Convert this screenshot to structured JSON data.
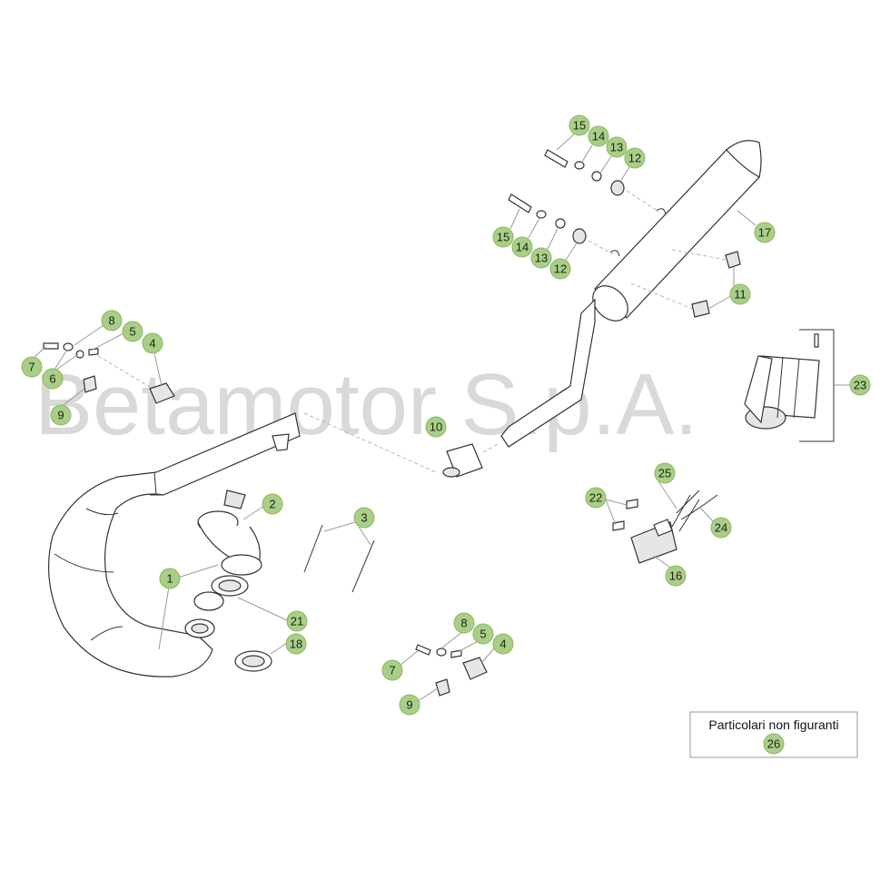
{
  "watermark": "Betamotor S.p.A.",
  "legend": {
    "text": "Particolari non figuranti",
    "number": "26"
  },
  "parts": [
    {
      "id": "p15a",
      "label": "15"
    },
    {
      "id": "p14a",
      "label": "14"
    },
    {
      "id": "p13a",
      "label": "13"
    },
    {
      "id": "p12a",
      "label": "12"
    },
    {
      "id": "p15b",
      "label": "15"
    },
    {
      "id": "p14b",
      "label": "14"
    },
    {
      "id": "p13b",
      "label": "13"
    },
    {
      "id": "p12b",
      "label": "12"
    },
    {
      "id": "p17",
      "label": "17"
    },
    {
      "id": "p11",
      "label": "11"
    },
    {
      "id": "p23",
      "label": "23"
    },
    {
      "id": "p8a",
      "label": "8"
    },
    {
      "id": "p5a",
      "label": "5"
    },
    {
      "id": "p4a",
      "label": "4"
    },
    {
      "id": "p7a",
      "label": "7"
    },
    {
      "id": "p6a",
      "label": "6"
    },
    {
      "id": "p9a",
      "label": "9"
    },
    {
      "id": "p10",
      "label": "10"
    },
    {
      "id": "p2",
      "label": "2"
    },
    {
      "id": "p3",
      "label": "3"
    },
    {
      "id": "p1",
      "label": "1"
    },
    {
      "id": "p21",
      "label": "21"
    },
    {
      "id": "p18",
      "label": "18"
    },
    {
      "id": "p25",
      "label": "25"
    },
    {
      "id": "p22",
      "label": "22"
    },
    {
      "id": "p24",
      "label": "24"
    },
    {
      "id": "p16",
      "label": "16"
    },
    {
      "id": "p8b",
      "label": "8"
    },
    {
      "id": "p5b",
      "label": "5"
    },
    {
      "id": "p4b",
      "label": "4"
    },
    {
      "id": "p7b",
      "label": "7"
    },
    {
      "id": "p9b",
      "label": "9"
    }
  ]
}
